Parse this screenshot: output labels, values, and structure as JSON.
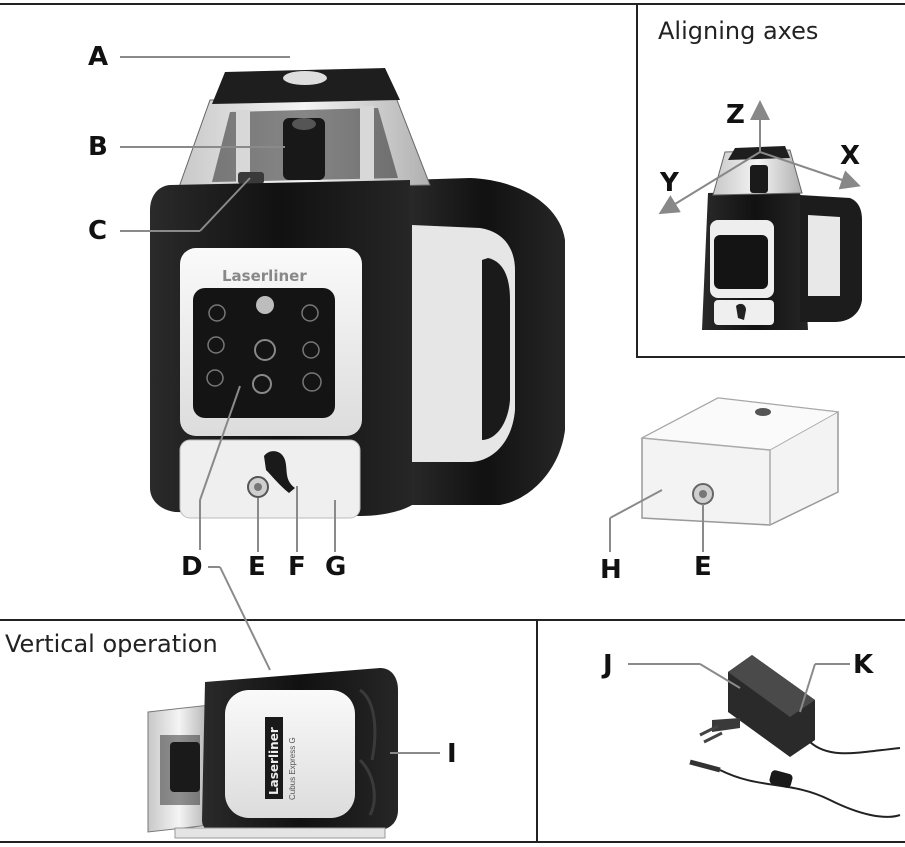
{
  "panels": {
    "aligning_axes": {
      "title": "Aligning axes"
    },
    "vertical_operation": {
      "title": "Vertical operation"
    }
  },
  "device": {
    "brand": "Laserliner",
    "model_text": "Cubus Express G"
  },
  "callouts": {
    "A": "A",
    "B": "B",
    "C": "C",
    "D": "D",
    "E": "E",
    "F": "F",
    "G": "G",
    "H": "H",
    "E2": "E",
    "I": "I",
    "J": "J",
    "K": "K"
  },
  "axes": {
    "x": "X",
    "y": "Y",
    "z": "Z"
  },
  "colors": {
    "housing": "#1c1c1c",
    "panel": "#f2f2f2",
    "keypad": "#151515",
    "callout_line": "#8a8a8a",
    "rule": "#222222"
  },
  "icons": [
    "laser-head-icon",
    "keypad-icon",
    "battery-pack-icon",
    "power-adapter-icon",
    "axis-arrows-icon"
  ]
}
